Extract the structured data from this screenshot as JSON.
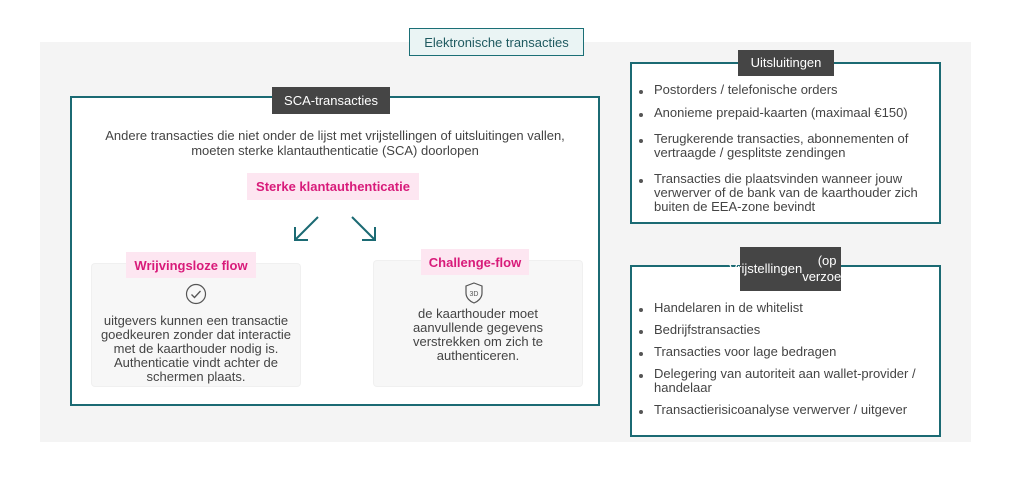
{
  "title": "Elektronische transacties",
  "sca": {
    "label": "SCA-transacties",
    "intro": "Andere transacties die niet onder de lijst met vrijstellingen of uitsluitingen vallen, moeten sterke klantauthenticatie (SCA) doorlopen",
    "sterke_label": "Sterke klantauthenticatie",
    "frictionless": {
      "label": "Wrijvingsloze flow",
      "icon": "check-circle-icon",
      "text": "uitgevers kunnen een transactie goedkeuren zonder dat interactie met de kaarthouder nodig is. Authenticatie vindt achter de schermen plaats."
    },
    "challenge": {
      "label": "Challenge-flow",
      "icon": "shield-3d-icon",
      "icon_text": "3D",
      "text": "de kaarthouder moet aanvullende gegevens verstrekken om zich te authenticeren."
    }
  },
  "uitsluitingen": {
    "label": "Uitsluitingen",
    "items": [
      "Postorders / telefonische orders",
      "Anonieme prepaid-kaarten (maximaal €150)",
      "Terugkerende transacties, abonnementen of vertraagde / gesplitste zendingen",
      "Transacties die plaatsvinden wanneer jouw verwerver of de bank van de kaarthouder zich buiten de EEA-zone bevindt"
    ]
  },
  "vrijstellingen": {
    "label": "Vrijstellingen",
    "sublabel": "(op verzoek)",
    "items": [
      "Handelaren in de whitelist",
      "Bedrijfstransacties",
      "Transacties voor lage bedragen",
      "Delegering van autoriteit aan wallet-provider / handelaar",
      "Transactierisicoanalyse verwerver / uitgever"
    ]
  },
  "colors": {
    "teal": "#1b6a73",
    "pink": "#d81b7a",
    "pink_bg": "#fde6f1",
    "dark_tag": "#454545",
    "panel_bg": "#f4f4f4"
  }
}
